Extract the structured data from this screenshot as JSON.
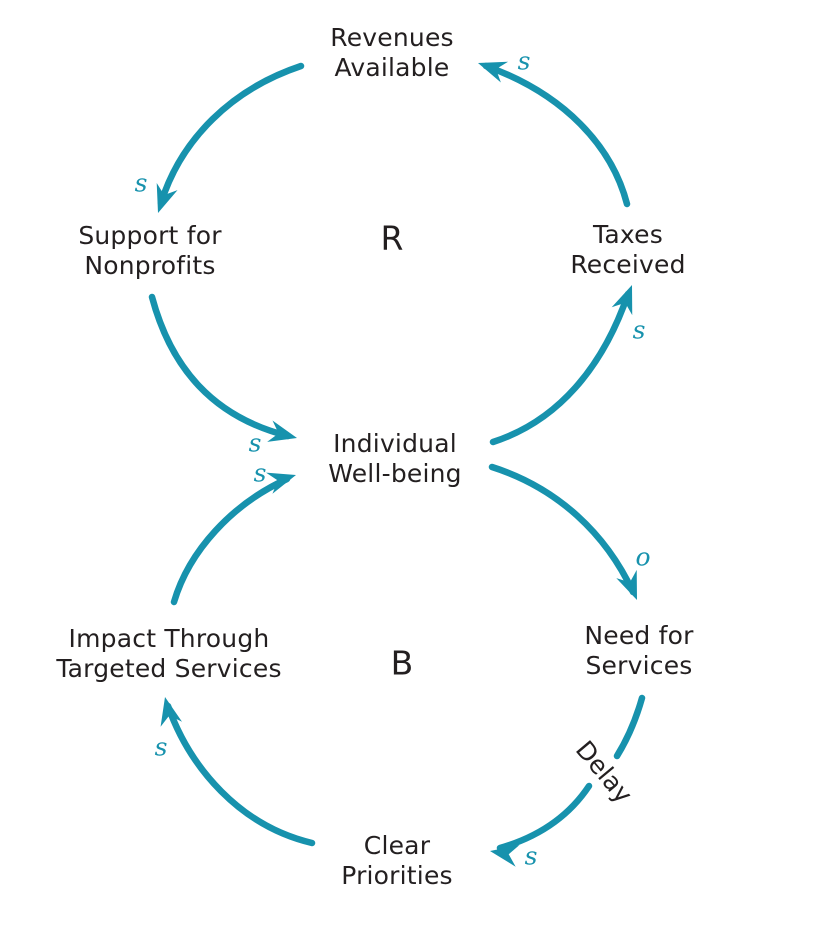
{
  "diagram": {
    "type": "causal-loop-diagram",
    "colors": {
      "accent": "#1792AD",
      "text": "#231F20",
      "background": "#FFFFFF"
    },
    "nodes": [
      {
        "id": "revenues-available",
        "lines": [
          "Revenues",
          "Available"
        ]
      },
      {
        "id": "support-for-nonprofits",
        "lines": [
          "Support for",
          "Nonprofits"
        ]
      },
      {
        "id": "taxes-received",
        "lines": [
          "Taxes",
          "Received"
        ]
      },
      {
        "id": "individual-well-being",
        "lines": [
          "Individual",
          "Well-being"
        ]
      },
      {
        "id": "need-for-services",
        "lines": [
          "Need for",
          "Services"
        ]
      },
      {
        "id": "impact-through-targeted-services",
        "lines": [
          "Impact Through",
          "Targeted Services"
        ]
      },
      {
        "id": "clear-priorities",
        "lines": [
          "Clear",
          "Priorities"
        ]
      }
    ],
    "loops": [
      {
        "id": "reinforcing-loop",
        "label": "R"
      },
      {
        "id": "balancing-loop",
        "label": "B"
      }
    ],
    "links": [
      {
        "id": "taxes-to-revenues",
        "from": "taxes-received",
        "to": "revenues-available",
        "polarity": "s"
      },
      {
        "id": "revenues-to-support",
        "from": "revenues-available",
        "to": "support-for-nonprofits",
        "polarity": "s"
      },
      {
        "id": "support-to-individual",
        "from": "support-for-nonprofits",
        "to": "individual-well-being",
        "polarity": "s"
      },
      {
        "id": "individual-to-taxes",
        "from": "individual-well-being",
        "to": "taxes-received",
        "polarity": "s"
      },
      {
        "id": "individual-to-need",
        "from": "individual-well-being",
        "to": "need-for-services",
        "polarity": "o"
      },
      {
        "id": "need-to-clear",
        "from": "need-for-services",
        "to": "clear-priorities",
        "polarity": "s",
        "annotation": "Delay"
      },
      {
        "id": "clear-to-impact",
        "from": "clear-priorities",
        "to": "impact-through-targeted-services",
        "polarity": "s"
      },
      {
        "id": "impact-to-individual",
        "from": "impact-through-targeted-services",
        "to": "individual-well-being",
        "polarity": "s"
      }
    ]
  }
}
